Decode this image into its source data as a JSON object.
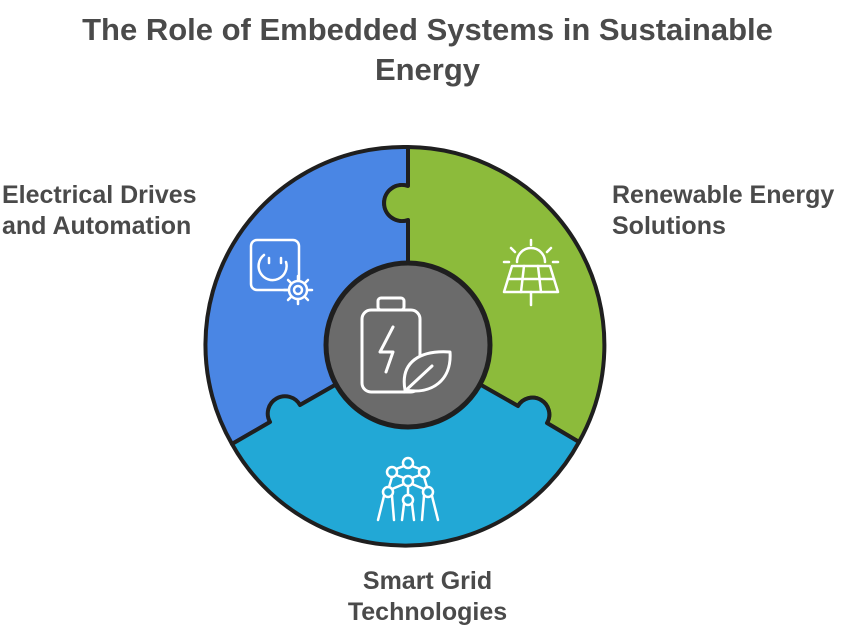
{
  "title": {
    "line1": "The Role of Embedded Systems in Sustainable",
    "line2": "Energy"
  },
  "segments": {
    "left": {
      "line1": "Electrical Drives",
      "line2": "and Automation",
      "color": "#4a86e4",
      "icon": "socket-gear-icon"
    },
    "right": {
      "line1": "Renewable Energy",
      "line2": "Solutions",
      "color": "#8cbb3b",
      "icon": "solar-panel-sun-icon"
    },
    "bottom": {
      "line1": "Smart Grid",
      "line2": "Technologies",
      "color": "#22a8d6",
      "icon": "grid-network-icon"
    }
  },
  "center": {
    "color": "#6b6b6b",
    "icon": "battery-leaf-icon"
  },
  "outline_color": "#1f1f1f"
}
